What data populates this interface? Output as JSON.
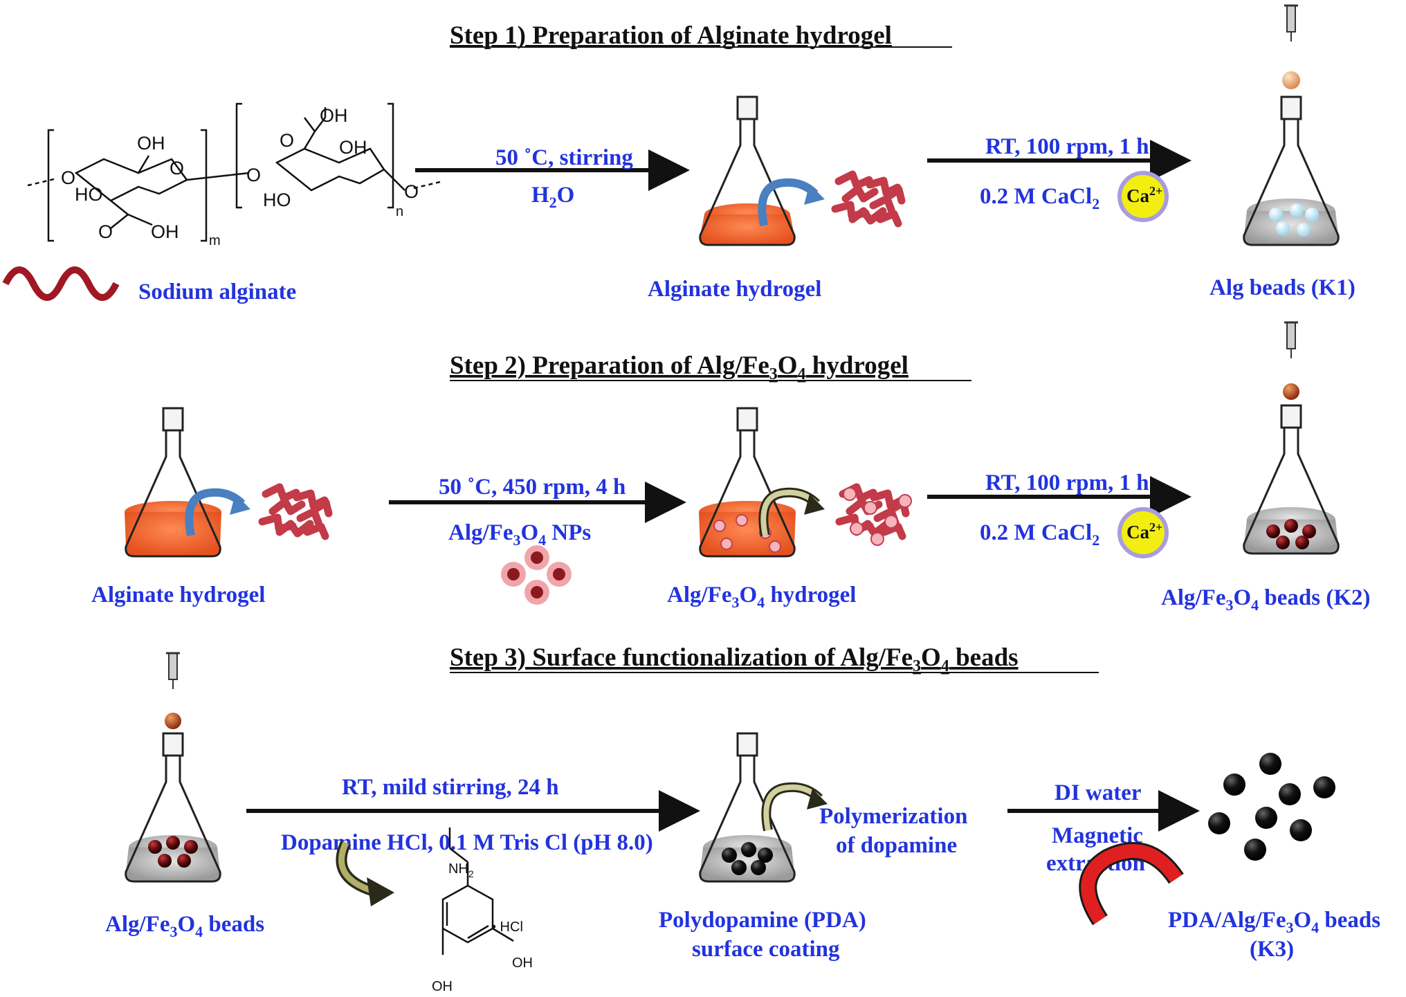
{
  "steps": {
    "step1_title": "Step 1) Preparation  of Alginate  hydrogel",
    "step2_title_a": "Step 2) Preparation  of Alg/Fe",
    "step2_title_sub1": "3",
    "step2_title_b": "O",
    "step2_title_sub2": "4",
    "step2_title_c": " hydrogel",
    "step3_title_a": "Step 3) Surface  functionalization  of Alg/Fe",
    "step3_title_sub1": "3",
    "step3_title_b": "O",
    "step3_title_sub2": "4",
    "step3_title_c": " beads"
  },
  "step1": {
    "arrow1_top": "50 ˚C, stirring",
    "arrow1_bottom_a": "H",
    "arrow1_bottom_sub": "2",
    "arrow1_bottom_b": "O",
    "arrow2_top": "RT, 100 rpm, 1 h",
    "arrow2_bottom_a": "0.2 M CaCl",
    "arrow2_bottom_sub": "2",
    "ion": "Ca",
    "ion_sup": "2+",
    "label_alginate": "Sodium alginate",
    "label_hydrogel": "Alginate hydrogel",
    "label_beads": "Alg beads (K1)",
    "chem_oh1": "OH",
    "chem_oh2": "OH",
    "chem_oh3": "OH",
    "chem_oh4": "OH",
    "chem_ho1": "HO",
    "chem_ho2": "HO",
    "chem_o1": "O",
    "chem_o2": "O",
    "chem_o3": "O",
    "chem_o4": "O",
    "chem_o5": "O",
    "chem_o6": "O",
    "chem_m": "m",
    "chem_n": "n"
  },
  "step2": {
    "arrow1_top": "50 ˚C, 450 rpm, 4 h",
    "arrow1_bottom_a": "Alg/Fe",
    "arrow1_bottom_sub1": "3",
    "arrow1_bottom_b": "O",
    "arrow1_bottom_sub2": "4",
    "arrow1_bottom_c": " NPs",
    "arrow2_top": "RT, 100 rpm, 1 h",
    "arrow2_bottom_a": "0.2 M CaCl",
    "arrow2_bottom_sub": "2",
    "ion": "Ca",
    "ion_sup": "2+",
    "label_hydrogel": "Alginate hydrogel",
    "label_fe_hydrogel_a": "Alg/Fe",
    "label_fe_hydrogel_sub1": "3",
    "label_fe_hydrogel_b": "O",
    "label_fe_hydrogel_sub2": "4",
    "label_fe_hydrogel_c": " hydrogel",
    "label_beads_a": "Alg/Fe",
    "label_beads_sub1": "3",
    "label_beads_b": "O",
    "label_beads_sub2": "4",
    "label_beads_c": " beads (K2)"
  },
  "step3": {
    "arrow1_top": "RT, mild stirring, 24 h",
    "arrow1_bottom": "Dopamine HCl, 0.1 M Tris  Cl (pH 8.0)",
    "arrow2_top": "DI water",
    "arrow2_bottom1": "Magnetic",
    "arrow2_bottom2": "extraction",
    "label_beads_a": "Alg/Fe",
    "label_beads_sub1": "3",
    "label_beads_b": "O",
    "label_beads_sub2": "4",
    "label_beads_c": " beads",
    "label_polymer1": "Polymerization",
    "label_polymer2": "of dopamine",
    "label_pda1": "Polydopamine (PDA)",
    "label_pda2": "surface coating",
    "label_final_a": "PDA/Alg/Fe",
    "label_final_sub1": "3",
    "label_final_b": "O",
    "label_final_sub2": "4",
    "label_final_c": " beads",
    "label_final2": "(K3)",
    "chem_nh2": "NH",
    "chem_nh2_sub": "2",
    "chem_hcl": "• HCl",
    "chem_oh1": "OH",
    "chem_oh2": "OH"
  },
  "colors": {
    "text_blue": "#2233dd",
    "liquid_orange": "#f06a3a",
    "hydrogel_red": "#c33a48",
    "arrow_blue": "#4a7fc0",
    "ion_yellow": "#f2ee10",
    "ion_ring": "#a89ce0",
    "bead_dark": "#7a1016"
  }
}
